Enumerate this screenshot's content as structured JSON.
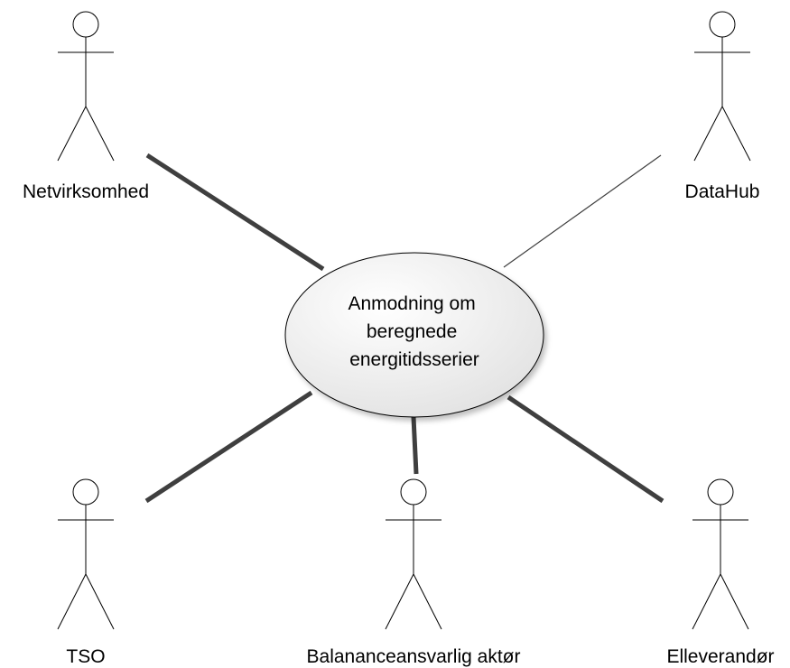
{
  "usecase": {
    "lines": [
      "Anmodning om",
      "beregnede",
      "energitidsserier"
    ]
  },
  "actors": [
    {
      "id": "netvirksomhed",
      "label": "Netvirksomhed"
    },
    {
      "id": "datahub",
      "label": "DataHub"
    },
    {
      "id": "tso",
      "label": "TSO"
    },
    {
      "id": "balanceansvarlig",
      "label": "Balananceansvarlig aktør"
    },
    {
      "id": "elleverandor",
      "label": "Elleverandør"
    }
  ],
  "colors": {
    "stroke": "#000000",
    "association": "#3f3f3f",
    "ellipse_fill_light": "#ffffff",
    "ellipse_fill_dark": "#e4e4e4"
  }
}
